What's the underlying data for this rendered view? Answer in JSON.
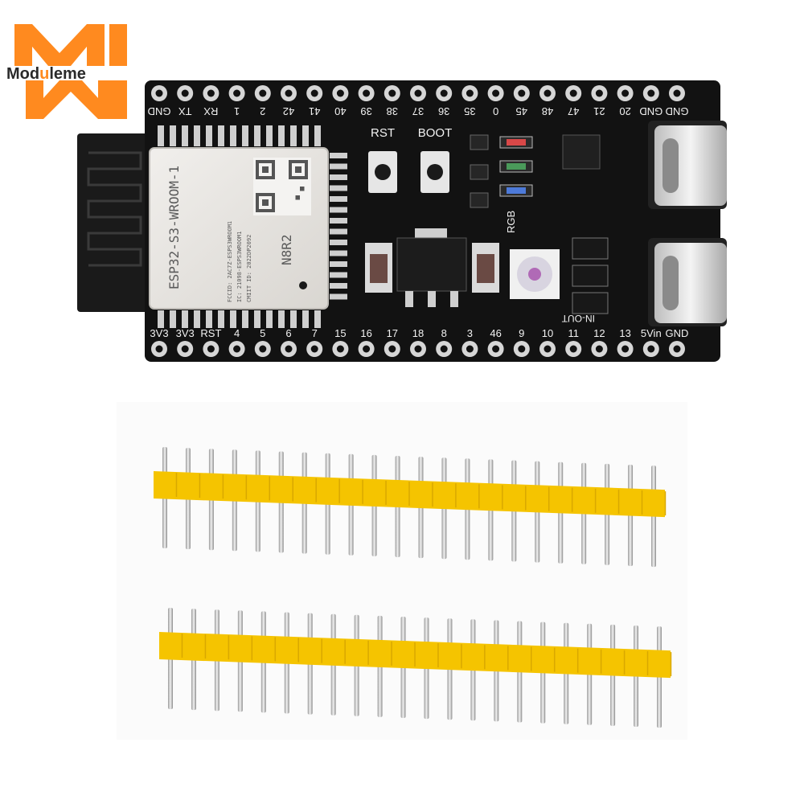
{
  "brand": {
    "name": "Moduleme",
    "name_before": "Mod",
    "name_highlight": "u",
    "name_after": "leme",
    "colors": {
      "primary": "#ff8a1f",
      "text": "#2a2a2a"
    }
  },
  "board": {
    "module_label": "ESP32-S3-WROOM-1",
    "module_fine_print": [
      "FCCID: 2AC7Z-ESPS3WROOM1",
      "IC: 21098-ESPS3WROOM1",
      "CMIIT ID: 2022DP2092"
    ],
    "module_variant": "N8R2",
    "buttons": [
      "RST",
      "BOOT"
    ],
    "rgb_label": "RGB",
    "inout_label": "IN-OUT",
    "top_pins": [
      "GND",
      "TX",
      "RX",
      "1",
      "2",
      "42",
      "41",
      "40",
      "39",
      "38",
      "37",
      "36",
      "35",
      "0",
      "45",
      "48",
      "47",
      "21",
      "20",
      "GND",
      "GND"
    ],
    "bottom_pins": [
      "3V3",
      "3V3",
      "RST",
      "4",
      "5",
      "6",
      "7",
      "15",
      "16",
      "17",
      "18",
      "8",
      "3",
      "46",
      "9",
      "10",
      "11",
      "12",
      "13",
      "5Vin",
      "GND"
    ],
    "colors": {
      "pcb": "#121212",
      "silk": "#f2f2f2",
      "pad": "#d6d6d6",
      "shield": "#e8e6e2"
    }
  },
  "headers": [
    {
      "pin_count": 22,
      "body_color": "#f5c400"
    },
    {
      "pin_count": 22,
      "body_color": "#f5c400"
    }
  ]
}
